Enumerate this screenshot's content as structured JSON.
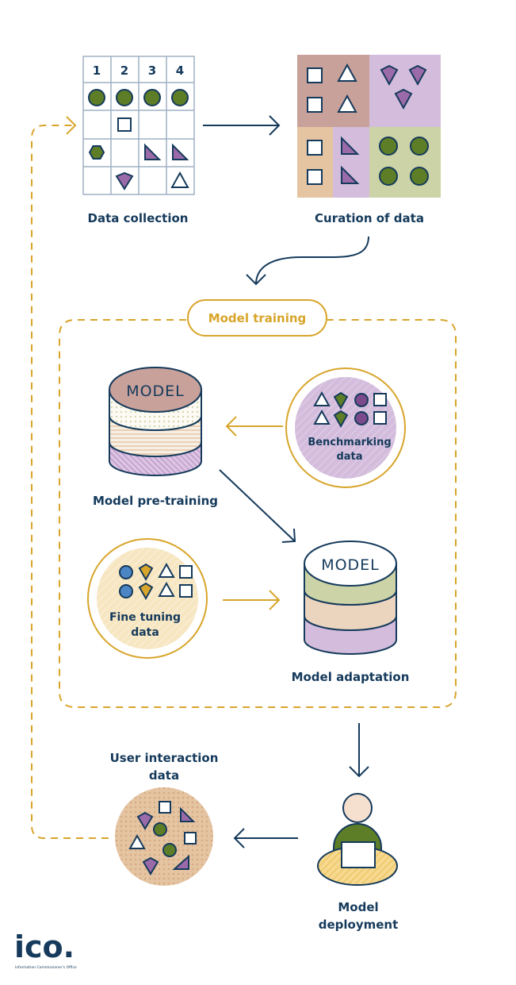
{
  "grid": {
    "columns": [
      "1",
      "2",
      "3",
      "4"
    ]
  },
  "labels": {
    "data_collection": "Data collection",
    "curation": "Curation of data",
    "model_training": "Model training",
    "pretraining": "Model pre-training",
    "benchmark": [
      "Benchmarking",
      "data"
    ],
    "finetune": [
      "Fine tuning",
      "data"
    ],
    "adaptation": "Model adaptation",
    "user_interaction": [
      "User interaction",
      "data"
    ],
    "deployment": [
      "Model",
      "deployment"
    ]
  },
  "cylinder_text": "MODEL",
  "logo": {
    "mark": "ico.",
    "tagline": "Information Commissioner's Office"
  },
  "colors": {
    "navy": "#153a5b",
    "gold": "#d8a52b",
    "green": "#5d7d27",
    "purple": "#9b6aa8",
    "rose": "#c8a19b",
    "lilac": "#d3bcdc",
    "peach": "#e5c4a2",
    "sage": "#ccd3a6",
    "blue": "#4d86c4",
    "cream": "#f7e6c2"
  }
}
